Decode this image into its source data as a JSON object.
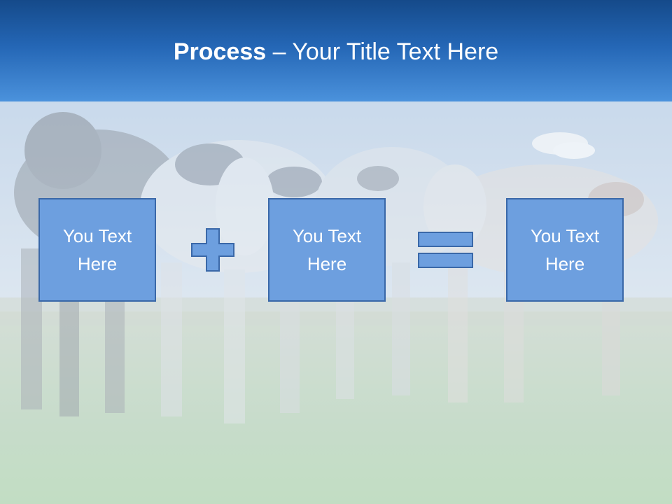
{
  "title": {
    "bold": "Process",
    "dash": " – ",
    "rest": "Your Title Text Here"
  },
  "boxes": [
    {
      "label": "You Text Here"
    },
    {
      "label": "You Text Here"
    },
    {
      "label": "You Text Here"
    }
  ],
  "operators": {
    "first": "plus-icon",
    "second": "equals-icon"
  },
  "colors": {
    "header_top": "#154a8a",
    "header_bottom": "#4b92dc",
    "box_fill": "#6d9fdf",
    "box_border": "#3a68a8",
    "text": "#ffffff"
  },
  "background": "faded-photo-cows-in-pasture"
}
